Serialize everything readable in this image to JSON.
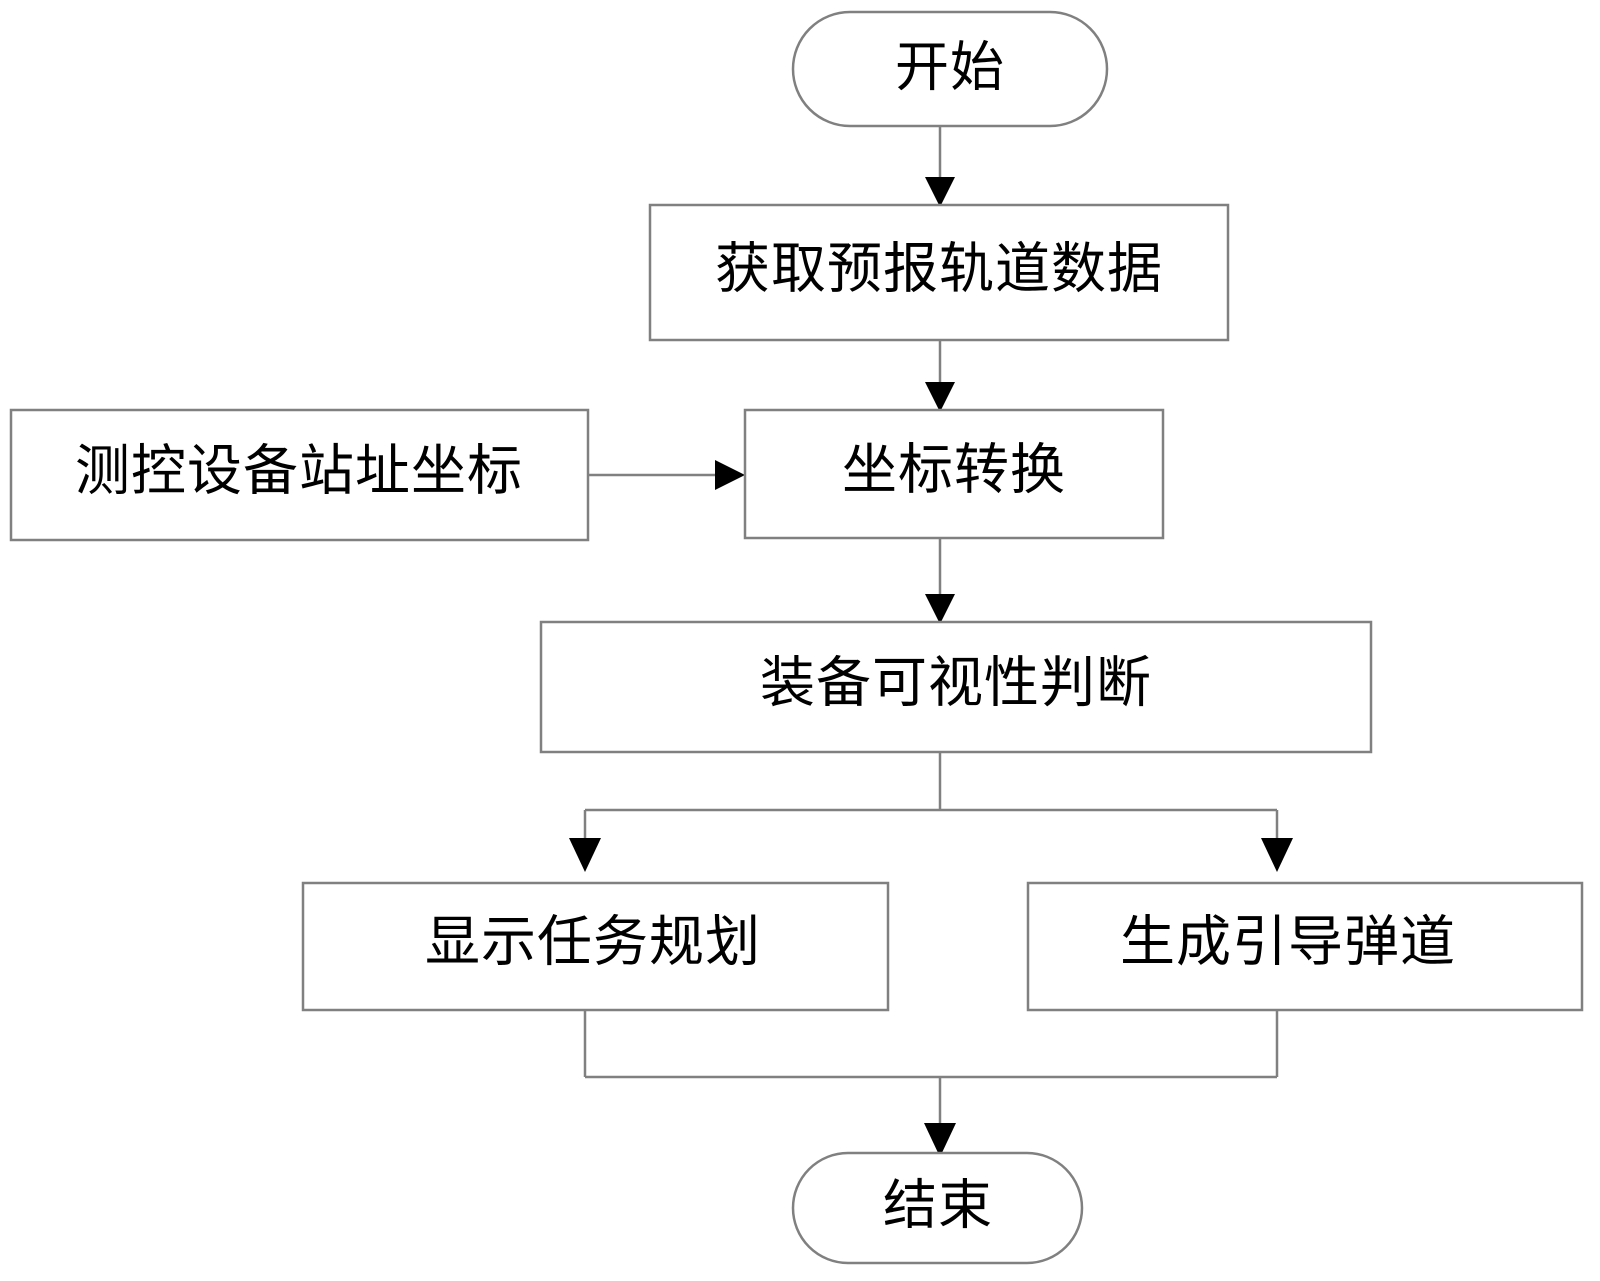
{
  "diagram": {
    "type": "flowchart",
    "orientation": "top-to-bottom",
    "background_color": "#ffffff",
    "node_fill": "#ffffff",
    "node_stroke": "#808080",
    "text_color": "#000000",
    "arrow_color": "#000000"
  },
  "nodes": {
    "start": {
      "label": "开始",
      "shape": "stadium"
    },
    "fetch_orbit": {
      "label": "获取预报轨道数据",
      "shape": "rectangle"
    },
    "station_coords": {
      "label": "测控设备站址坐标",
      "shape": "rectangle"
    },
    "coord_transform": {
      "label": "坐标转换",
      "shape": "rectangle"
    },
    "visibility": {
      "label": "装备可视性判断",
      "shape": "rectangle"
    },
    "display_plan": {
      "label": "显示任务规划",
      "shape": "rectangle"
    },
    "generate_traj": {
      "label": "生成引导弹道",
      "shape": "rectangle"
    },
    "end": {
      "label": "结束",
      "shape": "stadium"
    }
  },
  "edges": [
    {
      "from": "start",
      "to": "fetch_orbit",
      "style": "straight-down",
      "arrow": true
    },
    {
      "from": "fetch_orbit",
      "to": "coord_transform",
      "style": "straight-down",
      "arrow": true
    },
    {
      "from": "station_coords",
      "to": "coord_transform",
      "style": "straight-right",
      "arrow": true
    },
    {
      "from": "coord_transform",
      "to": "visibility",
      "style": "straight-down",
      "arrow": true
    },
    {
      "from": "visibility",
      "to": "display_plan",
      "style": "split-left",
      "arrow": true
    },
    {
      "from": "visibility",
      "to": "generate_traj",
      "style": "split-right",
      "arrow": true
    },
    {
      "from": "display_plan",
      "to": "end",
      "style": "merge-left",
      "arrow": false
    },
    {
      "from": "generate_traj",
      "to": "end",
      "style": "merge-right",
      "arrow": true
    }
  ]
}
